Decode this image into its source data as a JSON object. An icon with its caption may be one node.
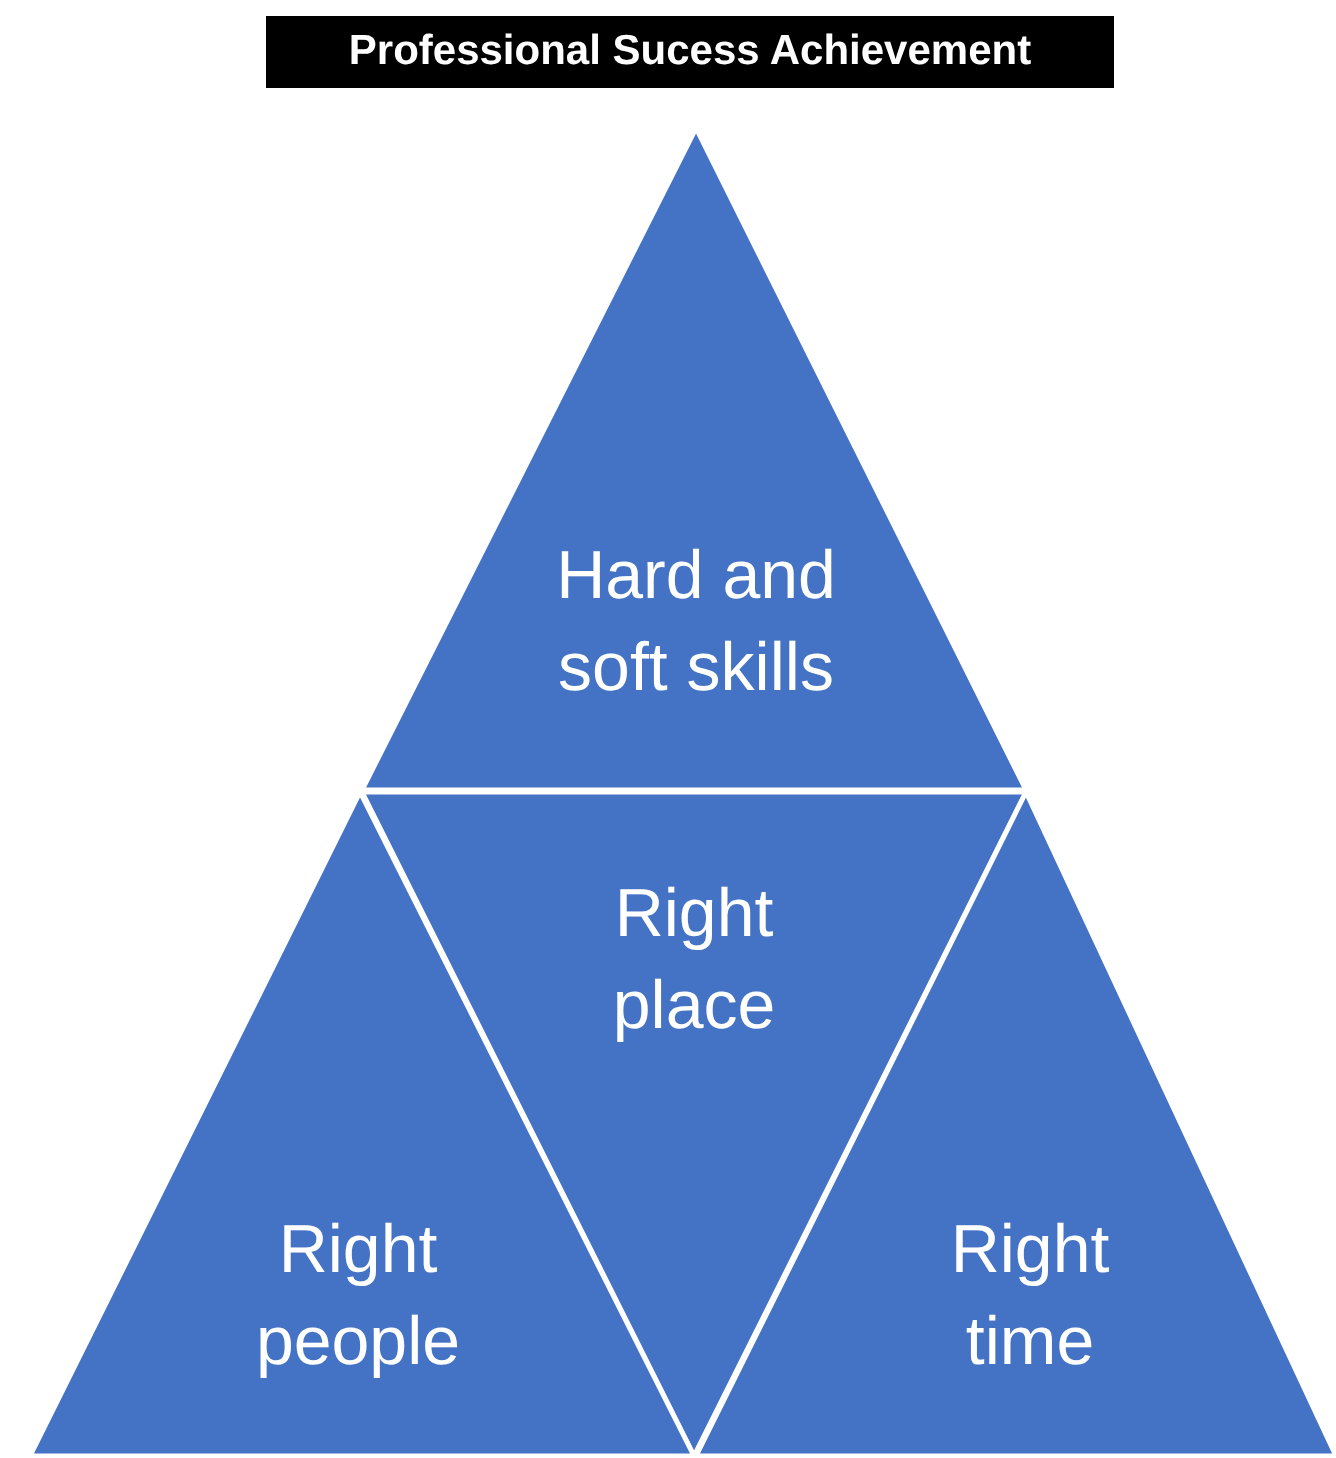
{
  "diagram": {
    "title": "Professional Sucess Achievement",
    "nodes": [
      {
        "text": [
          "Hard and soft skills"
        ]
      },
      {
        "text": [
          "Right place"
        ]
      },
      {
        "text": [
          "Right people"
        ]
      },
      {
        "text": [
          "Right time"
        ]
      }
    ]
  }
}
